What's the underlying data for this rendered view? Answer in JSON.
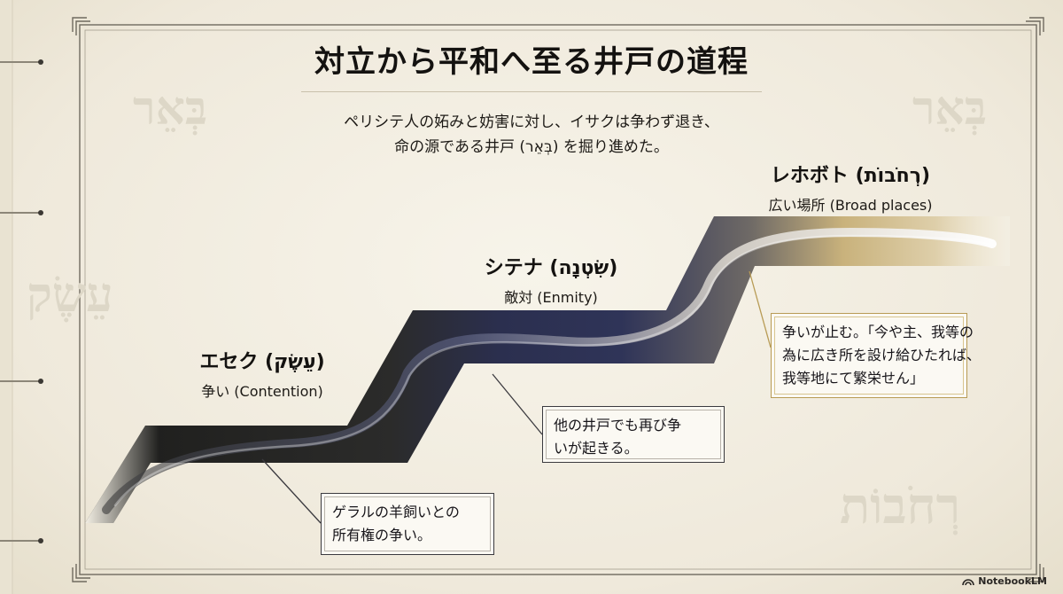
{
  "title": "対立から平和へ至る井戸の道程",
  "subtitle": {
    "line1": "ペリシテ人の妬みと妨害に対し、イサクは争わず退き、",
    "line2": "命の源である井戸 (בְּאֵר) を掘り進めた。"
  },
  "watermarks": {
    "left_top": "בְּאֵר",
    "right_top": "בְּאֵר",
    "left_mid": "עֵשֶׂק",
    "right_bottom": "רְחֹבוֹת"
  },
  "stages": [
    {
      "name": "エセク (עֵשֶׂק)",
      "meaning": "争い (Contention)",
      "color": "#3a3936"
    },
    {
      "name": "シテナ (שִׂטְנָה)",
      "meaning": "敵対 (Enmity)",
      "color": "#2e3150"
    },
    {
      "name": "レホボト (רְחֹבוֹת)",
      "meaning": "広い場所 (Broad places)",
      "color": "#c8b07a"
    }
  ],
  "callouts": {
    "c1": [
      "ゲラルの羊飼いとの",
      "所有権の争い。"
    ],
    "c2": [
      "他の井戸でも再び争",
      "いが起きる。"
    ],
    "c3": [
      "争いが止む。「今や主、我等の",
      "為に広き所を設け給ひたれば、",
      "我等地にて繁栄せん」"
    ]
  },
  "brand": "NotebookLM"
}
